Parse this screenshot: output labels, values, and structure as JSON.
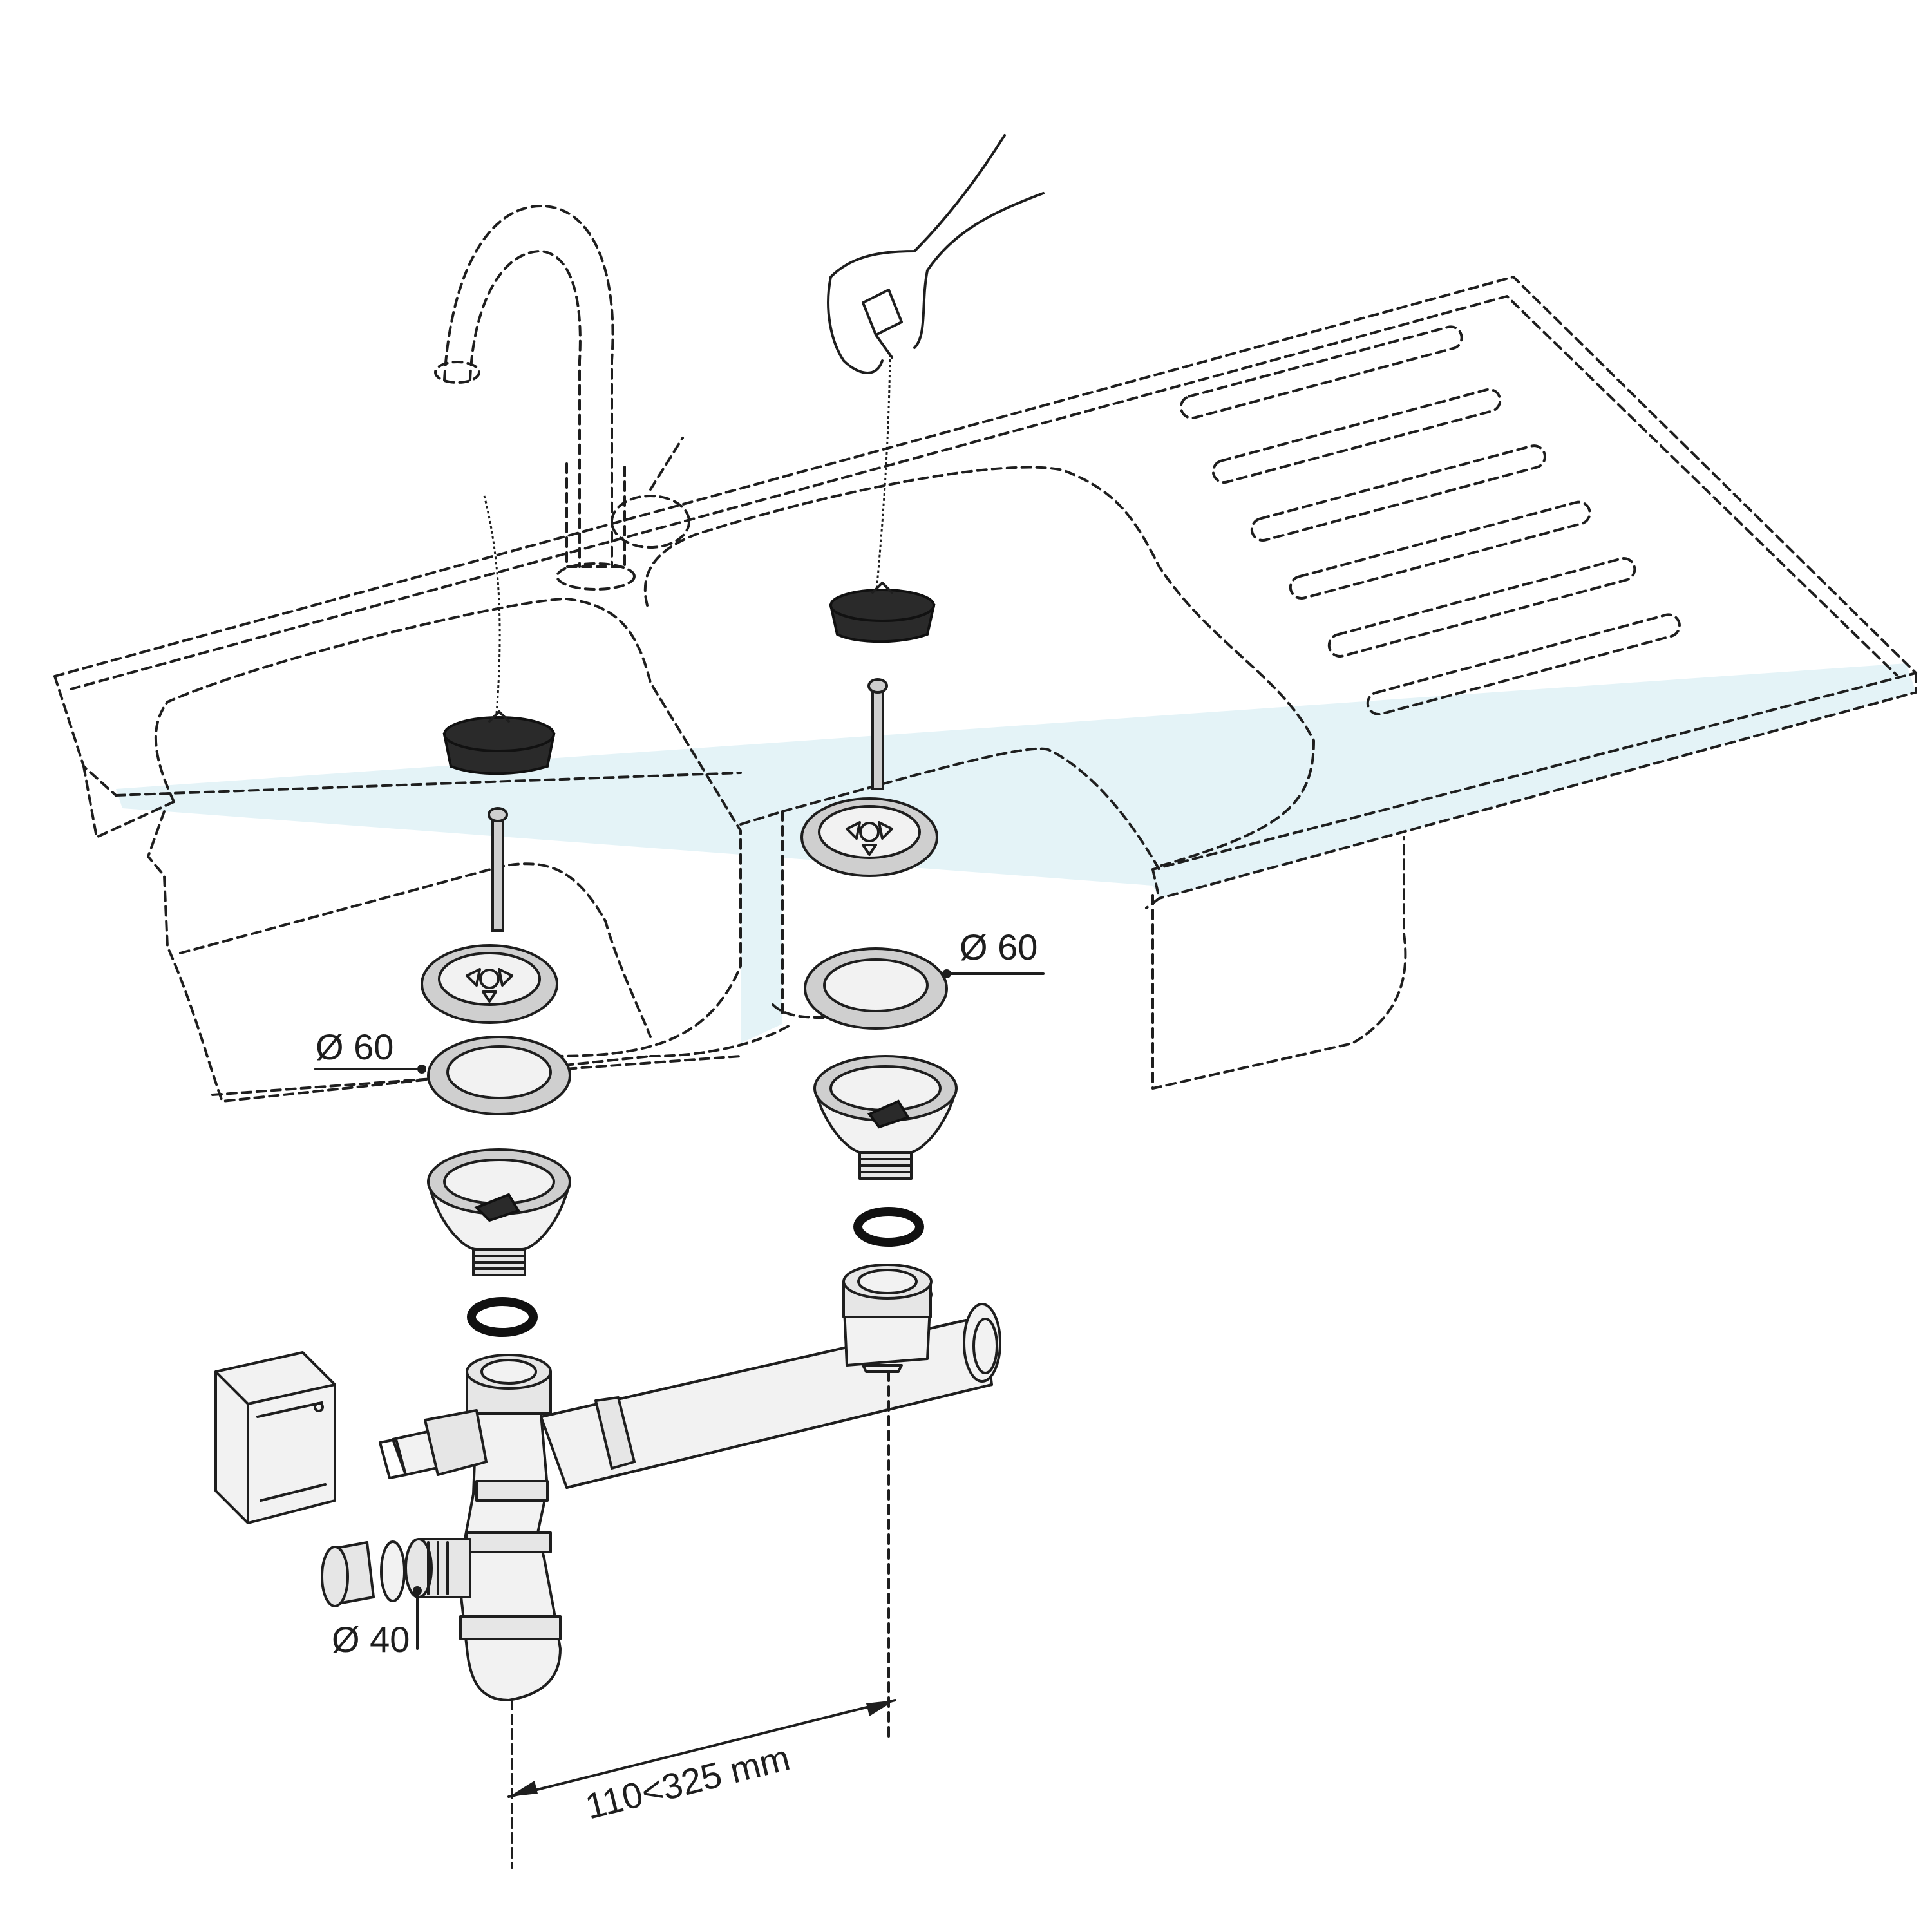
{
  "labels": {
    "left_diameter": "Ø 60",
    "right_diameter": "Ø 60",
    "outlet_diameter": "Ø 40",
    "spacing": "110<325 mm"
  }
}
